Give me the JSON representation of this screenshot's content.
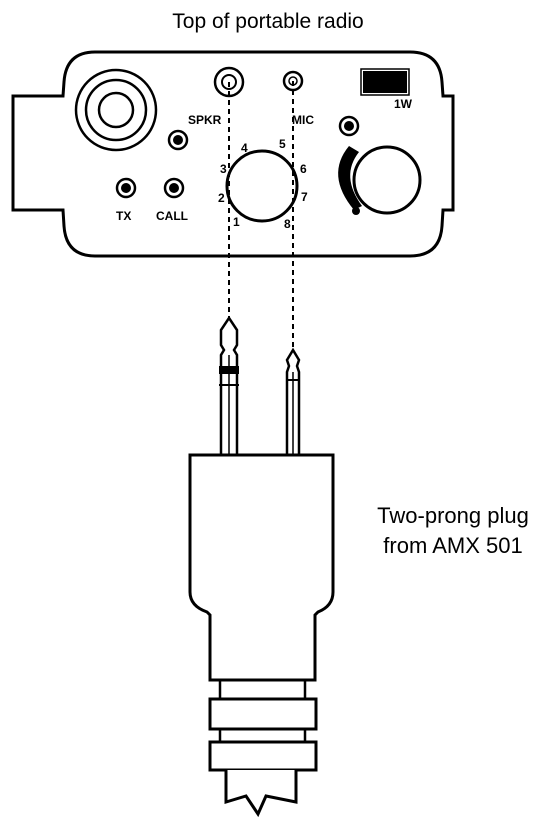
{
  "title": "Top of portable radio",
  "radio": {
    "spkr_label": "SPKR",
    "mic_label": "MIC",
    "power_label": "1W",
    "tx_label": "TX",
    "call_label": "CALL",
    "channels": [
      "1",
      "2",
      "3",
      "4",
      "5",
      "6",
      "7",
      "8"
    ]
  },
  "plug": {
    "caption_line1": "Two-prong plug",
    "caption_line2": "from AMX 501"
  }
}
